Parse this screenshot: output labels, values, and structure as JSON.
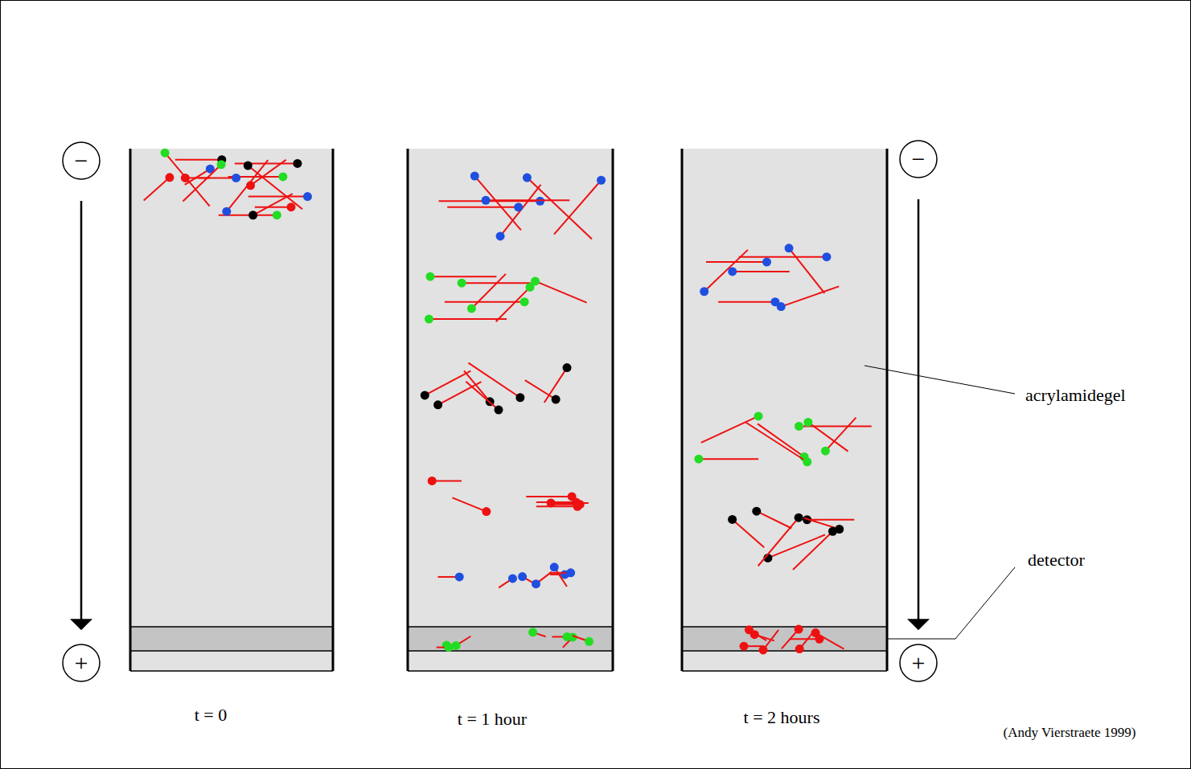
{
  "diagram": {
    "nodes": [
      {
        "text": [
          "−"
        ]
      },
      {
        "text": [
          "−"
        ]
      },
      {
        "text": [
          "+"
        ]
      },
      {
        "text": [
          "+"
        ]
      }
    ],
    "edges": [
      {
        "from": 0,
        "to": 2,
        "arrow": "to"
      },
      {
        "from": 1,
        "to": 3,
        "arrow": "to"
      }
    ],
    "labels": [
      "acrylamidegel",
      "detector",
      "t = 0",
      "t = 1 hour",
      "t = 2 hours",
      "(Andy Vierstraete 1999)"
    ]
  }
}
